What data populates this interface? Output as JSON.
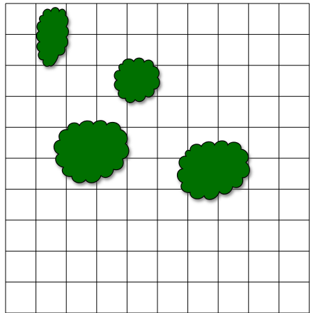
{
  "grid": {
    "rows": 10,
    "cols": 10,
    "line_color": "#000000",
    "background": "#ffffff"
  },
  "bushes": {
    "fill_color": "#007000",
    "outline_color": "#000000",
    "shadow_color": "#555555",
    "count": 4
  }
}
